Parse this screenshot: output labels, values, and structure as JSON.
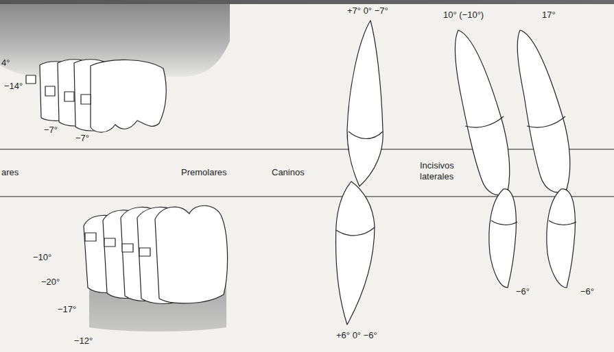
{
  "diagram": {
    "labels": [
      "4°",
      "−14°",
      "−7°",
      "−7°",
      "ares",
      "Premolares",
      "Caninos",
      "Incisivos laterales",
      "+7° 0° −7°",
      "10° (−10°)",
      "17°",
      "−10°",
      "−20°",
      "−17°",
      "−12°",
      "−6°",
      "−6°",
      "+6° 0° −6°"
    ]
  }
}
